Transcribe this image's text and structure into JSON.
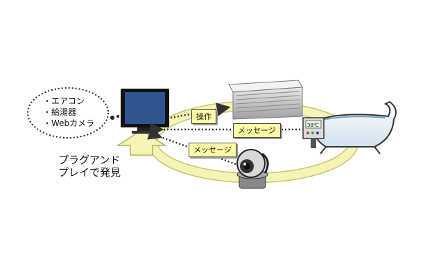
{
  "cloud": {
    "items": [
      "・エアコン",
      "・給湯器",
      "・Webカメラ"
    ]
  },
  "labels": {
    "operation": "操作",
    "message_right": "メッセージ",
    "message_left": "メッセージ"
  },
  "caption": {
    "line1": "プラグアンド",
    "line2": "プレイで発見"
  },
  "water_heater_display": "38℃",
  "colors": {
    "ring": "#f6f3b6",
    "note_bg": "#fffca8",
    "screen": "#2f5590",
    "arrow": "#333333"
  },
  "icons": [
    "television-icon",
    "air-conditioner-icon",
    "bathtub-icon",
    "water-heater-panel-icon",
    "web-camera-icon"
  ]
}
